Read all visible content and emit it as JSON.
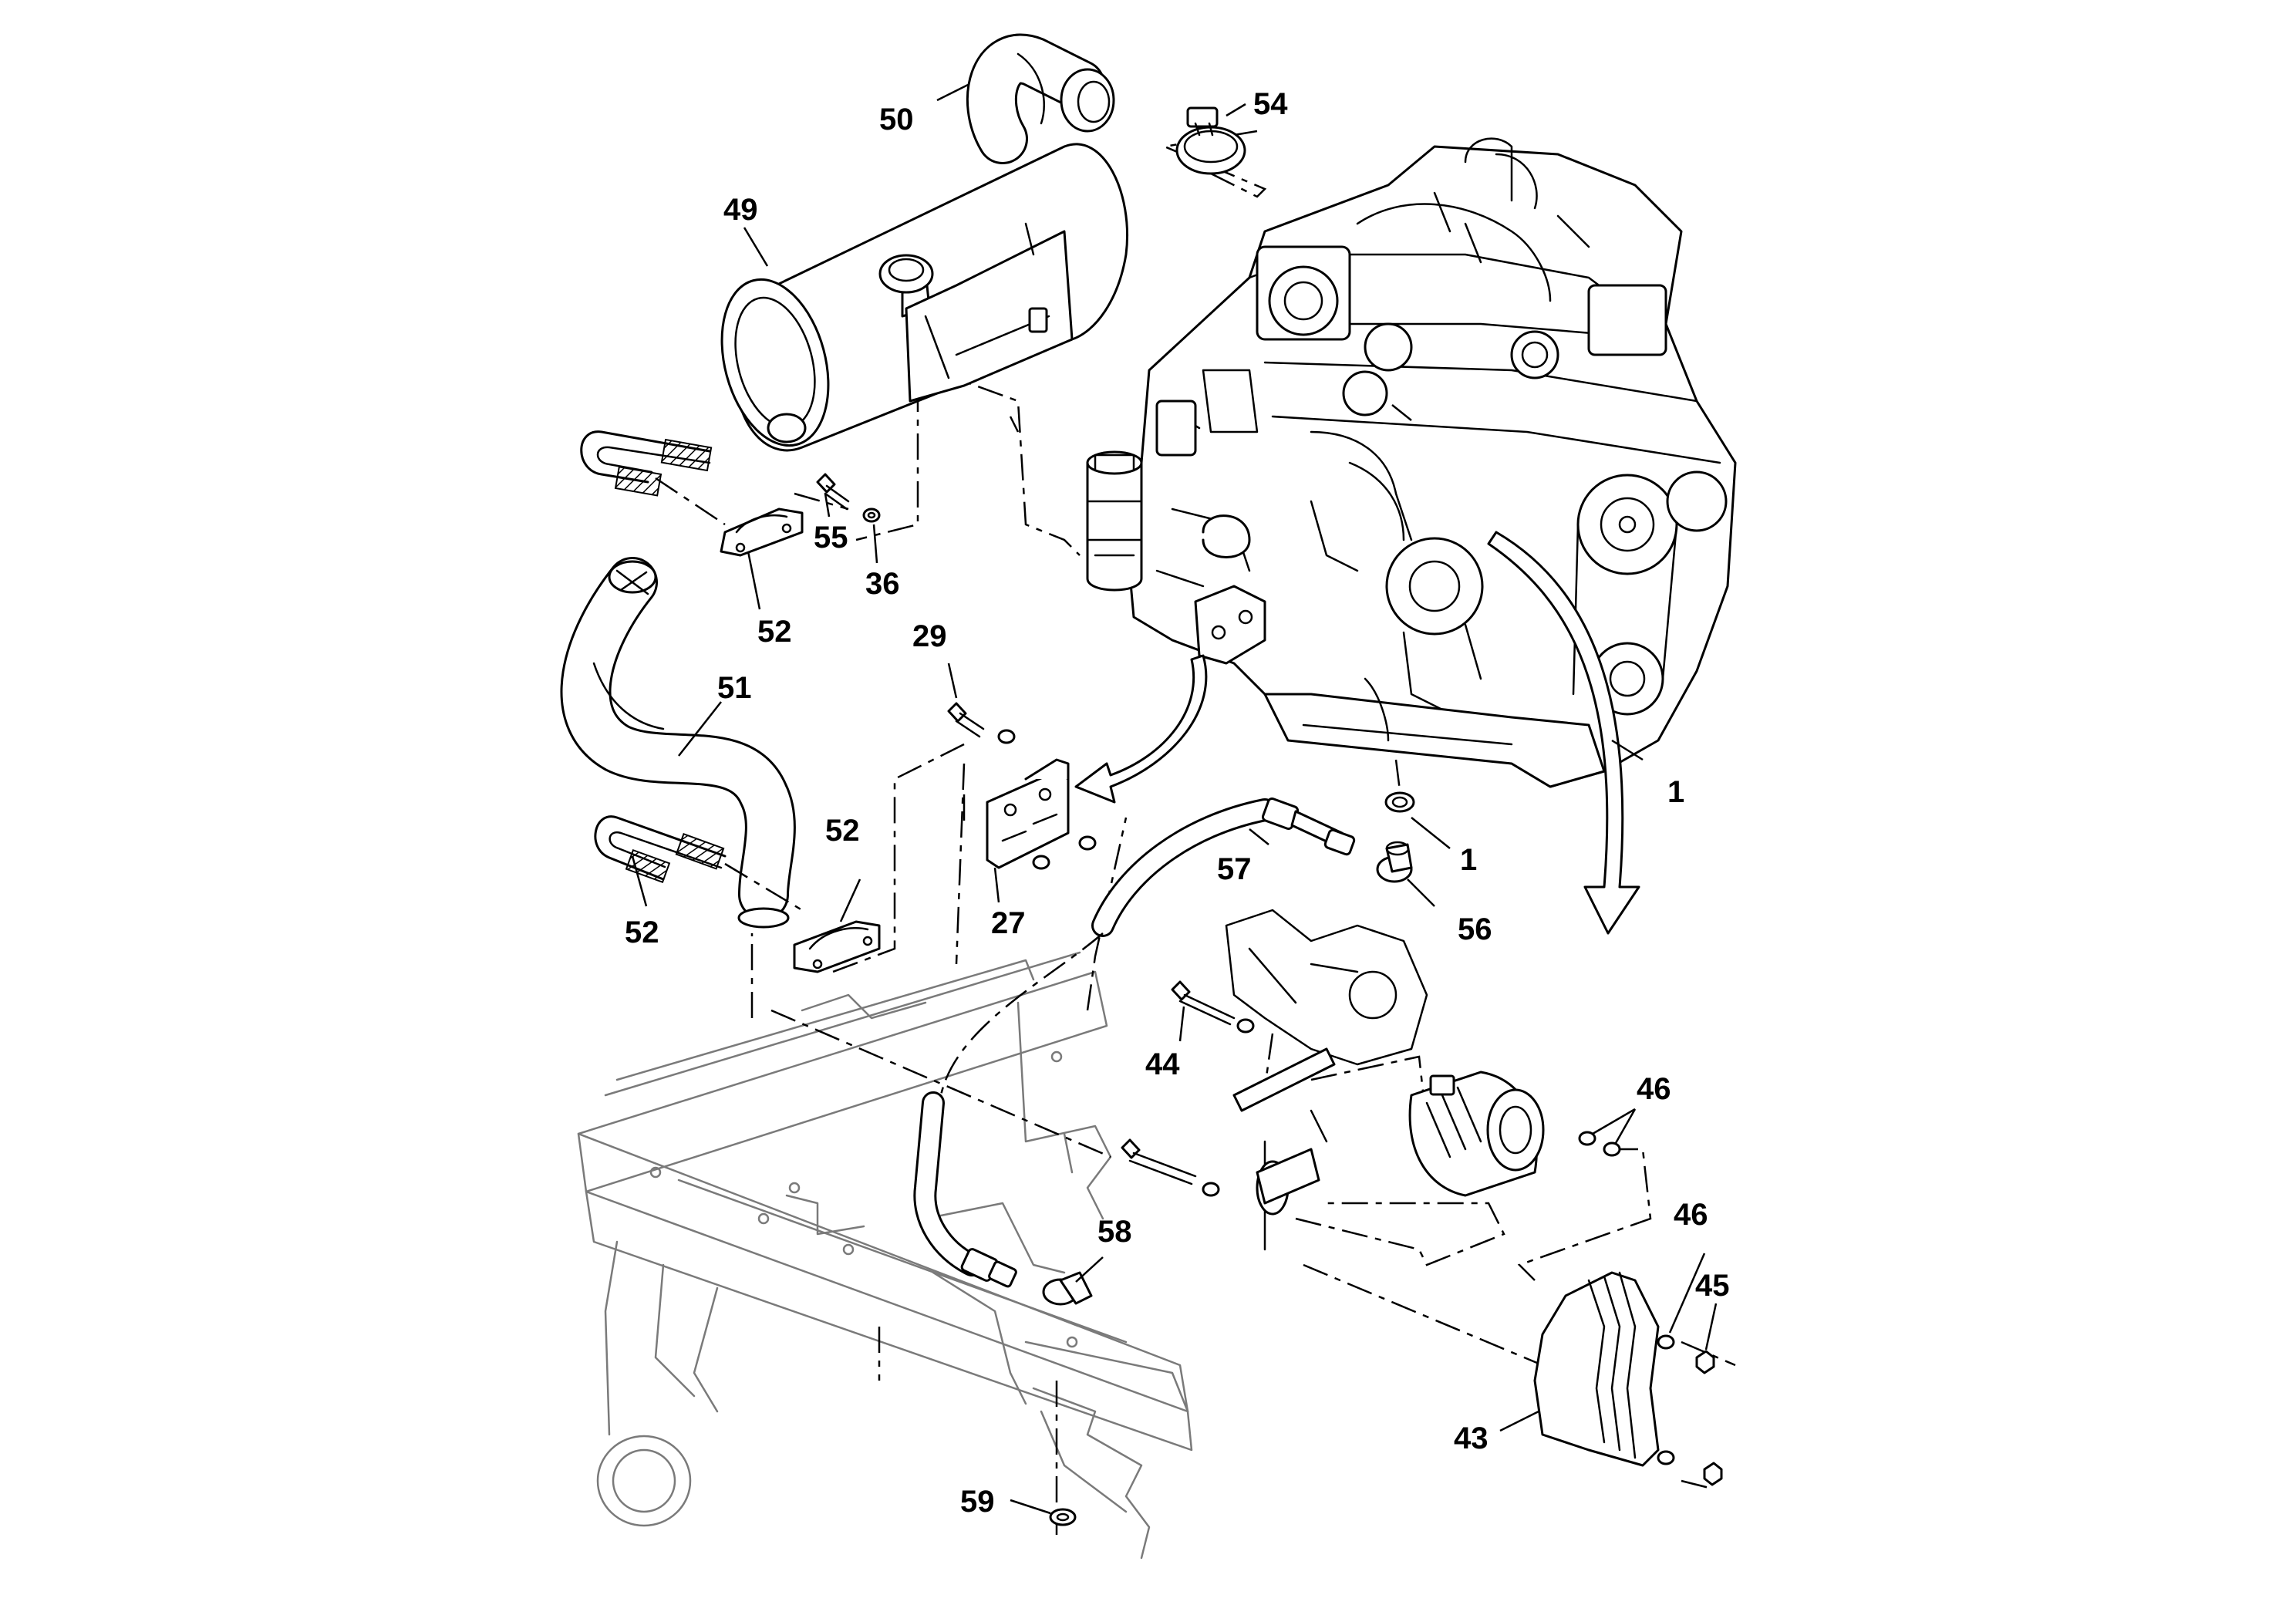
{
  "diagram": {
    "style": "exploded parts view, black line art",
    "colors": {
      "line": "#000000",
      "ghost_line": "#7a7a7a",
      "background": "#ffffff"
    },
    "callouts": [
      {
        "id": "c1a",
        "text": "1"
      },
      {
        "id": "c1b",
        "text": "1"
      },
      {
        "id": "c27",
        "text": "27"
      },
      {
        "id": "c29",
        "text": "29"
      },
      {
        "id": "c36",
        "text": "36"
      },
      {
        "id": "c43",
        "text": "43"
      },
      {
        "id": "c44",
        "text": "44"
      },
      {
        "id": "c45",
        "text": "45"
      },
      {
        "id": "c46a",
        "text": "46"
      },
      {
        "id": "c46b",
        "text": "46"
      },
      {
        "id": "c49",
        "text": "49"
      },
      {
        "id": "c50",
        "text": "50"
      },
      {
        "id": "c51",
        "text": "51"
      },
      {
        "id": "c52a",
        "text": "52"
      },
      {
        "id": "c52b",
        "text": "52"
      },
      {
        "id": "c52c",
        "text": "52"
      },
      {
        "id": "c54",
        "text": "54"
      },
      {
        "id": "c55",
        "text": "55"
      },
      {
        "id": "c56",
        "text": "56"
      },
      {
        "id": "c57",
        "text": "57"
      },
      {
        "id": "c58",
        "text": "58"
      },
      {
        "id": "c59",
        "text": "59"
      }
    ]
  }
}
